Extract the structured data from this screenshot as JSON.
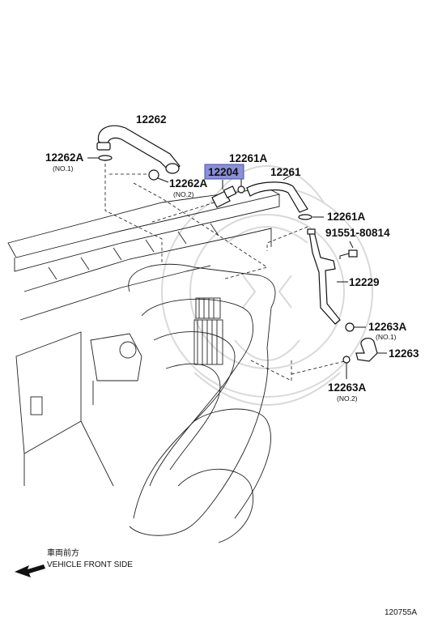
{
  "callouts": {
    "p12262": "12262",
    "p12262A_no1": "12262A",
    "p12262A_no1_note": "(NO.1)",
    "p12262A_no2": "12262A",
    "p12262A_no2_note": "(NO.2)",
    "p12204": "12204",
    "p12261A_top": "12261A",
    "p12261": "12261",
    "p12261A_side": "12261A",
    "p91551": "91551-80814",
    "p12229": "12229",
    "p12263A_no1": "12263A",
    "p12263A_no1_note": "(NO.1)",
    "p12263": "12263",
    "p12263A_no2": "12263A",
    "p12263A_no2_note": "(NO.2)"
  },
  "highlight_color": "#8a8fd6",
  "direction": {
    "japanese": "車両前方",
    "english": "VEHICLE FRONT SIDE"
  },
  "figure_id": "120755A"
}
